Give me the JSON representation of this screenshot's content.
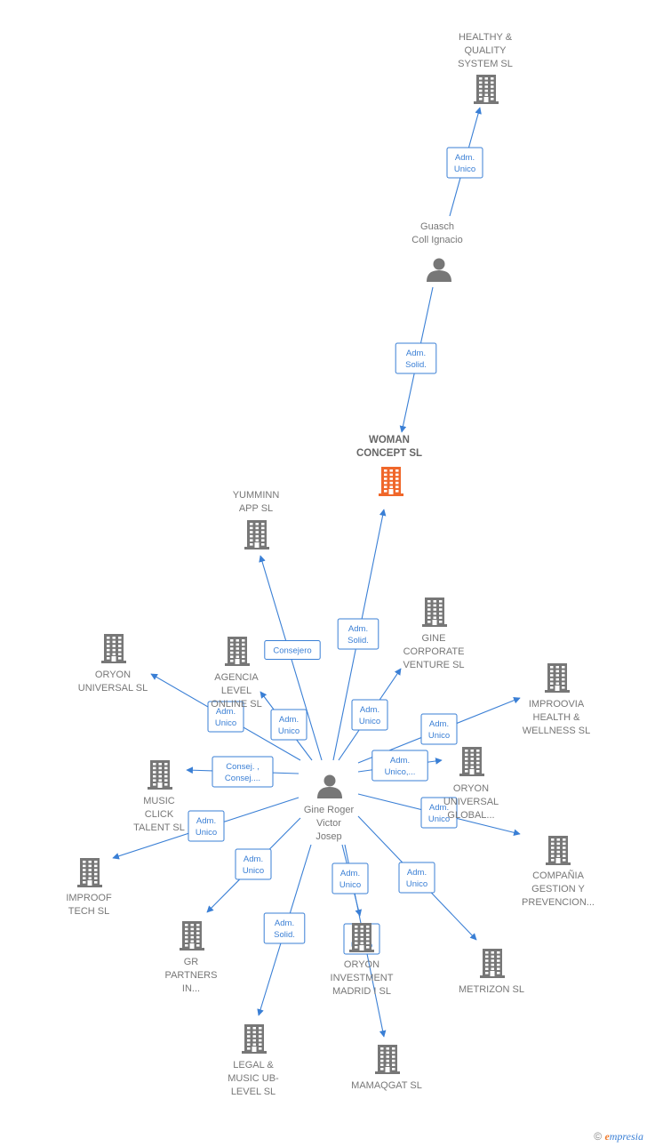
{
  "colors": {
    "building": "#777777",
    "highlight": "#f0672a",
    "person": "#777777",
    "edge": "#3a7fd5"
  },
  "nodes": [
    {
      "id": "healthy",
      "type": "company",
      "lines": [
        "HEALTHY &",
        "QUALITY",
        "SYSTEM  SL"
      ]
    },
    {
      "id": "guasch",
      "type": "person",
      "lines": [
        "Guasch",
        "Coll Ignacio"
      ]
    },
    {
      "id": "woman",
      "type": "company",
      "main": true,
      "lines": [
        "WOMAN",
        "CONCEPT  SL"
      ]
    },
    {
      "id": "yumminn",
      "type": "company",
      "lines": [
        "YUMMINN",
        "APP  SL"
      ]
    },
    {
      "id": "gine_corp",
      "type": "company",
      "lines": [
        "GINE",
        "CORPORATE",
        "VENTURE  SL"
      ]
    },
    {
      "id": "oryon_univ",
      "type": "company",
      "lines": [
        "ORYON",
        "UNIVERSAL  SL"
      ]
    },
    {
      "id": "agencia",
      "type": "company",
      "lines": [
        "AGENCIA",
        "LEVEL",
        "ONLINE SL"
      ]
    },
    {
      "id": "improovia",
      "type": "company",
      "lines": [
        "IMPROOVIA",
        "HEALTH &",
        "WELLNESS  SL"
      ]
    },
    {
      "id": "oryon_global",
      "type": "company",
      "lines": [
        "ORYON",
        "UNIVERSAL",
        "GLOBAL..."
      ]
    },
    {
      "id": "music_click",
      "type": "company",
      "lines": [
        "MUSIC",
        "CLICK",
        "TALENT  SL"
      ]
    },
    {
      "id": "gine_roger",
      "type": "person",
      "lines": [
        "Gine Roger",
        "Victor",
        "Josep"
      ]
    },
    {
      "id": "compania",
      "type": "company",
      "lines": [
        "COMPAÑIA",
        "GESTION Y",
        "PREVENCION..."
      ]
    },
    {
      "id": "improof",
      "type": "company",
      "lines": [
        "IMPROOF",
        "TECH  SL"
      ]
    },
    {
      "id": "gr_partners",
      "type": "company",
      "lines": [
        "GR",
        "PARTNERS",
        "IN..."
      ]
    },
    {
      "id": "oryon_madrid",
      "type": "company",
      "lines": [
        "ORYON",
        "INVESTMENT",
        "MADRID I  SL"
      ]
    },
    {
      "id": "metrizon",
      "type": "company",
      "lines": [
        "METRIZON  SL"
      ]
    },
    {
      "id": "legal_music",
      "type": "company",
      "lines": [
        "LEGAL &",
        "MUSIC UB-",
        "LEVEL SL"
      ]
    },
    {
      "id": "mamaqgat",
      "type": "company",
      "lines": [
        "MAMAQGAT  SL"
      ]
    }
  ],
  "edges": [
    {
      "from": "guasch",
      "to": "healthy",
      "label": [
        "Adm.",
        "Unico"
      ]
    },
    {
      "from": "guasch",
      "to": "woman",
      "label": [
        "Adm.",
        "Solid."
      ]
    },
    {
      "from": "gine_roger",
      "to": "woman",
      "label": [
        "Adm.",
        "Solid."
      ]
    },
    {
      "from": "gine_roger",
      "to": "yumminn",
      "label": [
        "Consejero"
      ]
    },
    {
      "from": "gine_roger",
      "to": "gine_corp",
      "label": [
        "Adm.",
        "Unico"
      ]
    },
    {
      "from": "gine_roger",
      "to": "oryon_univ",
      "label": [
        "Adm.",
        "Unico"
      ]
    },
    {
      "from": "gine_roger",
      "to": "agencia",
      "label": [
        "Adm.",
        "Unico"
      ]
    },
    {
      "from": "gine_roger",
      "to": "improovia",
      "label": [
        "Adm.",
        "Unico"
      ]
    },
    {
      "from": "gine_roger",
      "to": "oryon_global",
      "label": [
        "Adm.",
        "Unico,..."
      ]
    },
    {
      "from": "gine_roger",
      "to": "music_click",
      "label": [
        "Consej. ,",
        "Consej...."
      ]
    },
    {
      "from": "gine_roger",
      "to": "compania",
      "label": [
        "Adm.",
        "Unico"
      ]
    },
    {
      "from": "gine_roger",
      "to": "improof",
      "label": [
        "Adm.",
        "Unico"
      ]
    },
    {
      "from": "gine_roger",
      "to": "gr_partners",
      "label": [
        "Adm.",
        "Unico"
      ]
    },
    {
      "from": "gine_roger",
      "to": "oryon_madrid",
      "label": [
        "Adm.",
        "Unico"
      ]
    },
    {
      "from": "gine_roger",
      "to": "metrizon",
      "label": [
        "Adm.",
        "Unico"
      ]
    },
    {
      "from": "gine_roger",
      "to": "legal_music",
      "label": [
        "Adm.",
        "Solid."
      ]
    },
    {
      "from": "gine_roger",
      "to": "mamaqgat",
      "label": [
        "Adm.",
        "Unico"
      ]
    }
  ],
  "footer": {
    "copyright": "©",
    "brand_e": "e",
    "brand_rest": "mpresia"
  }
}
